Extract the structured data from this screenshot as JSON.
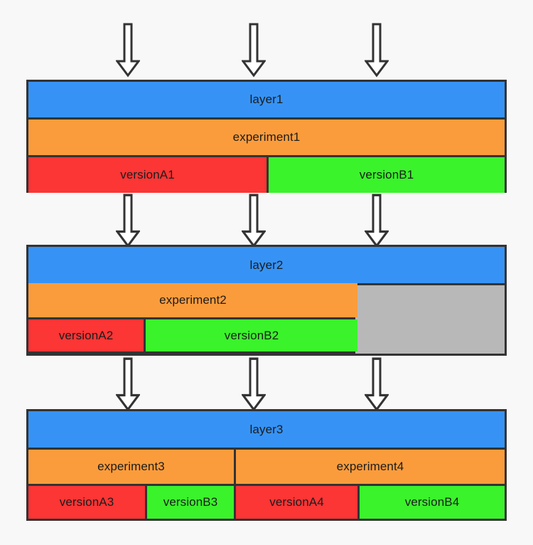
{
  "diagram": {
    "title": "layered-experiment-allocation-diagram",
    "background_color": "#f8f8f8",
    "border_color": "#333333",
    "colors": {
      "layer": "#3693f5",
      "experiment": "#fb9c3c",
      "versionA": "#fc3535",
      "versionB": "#3af32b",
      "unallocated": "#b8b8b8"
    },
    "traffic_arrows": {
      "icon": "down-arrow-icon",
      "count_per_gap": 3,
      "gaps": 3
    },
    "layers": [
      {
        "id": "layer1",
        "label": "layer1",
        "experiments": [
          {
            "label": "experiment1",
            "width_pct": 100
          }
        ],
        "versions": [
          {
            "label": "versionA1",
            "type": "A",
            "width_pct": 50
          },
          {
            "label": "versionB1",
            "type": "B",
            "width_pct": 50
          }
        ],
        "unallocated_pct": 0
      },
      {
        "id": "layer2",
        "label": "layer2",
        "experiments": [
          {
            "label": "experiment2",
            "width_pct": 69
          }
        ],
        "versions": [
          {
            "label": "versionA2",
            "type": "A",
            "width_pct": 24.5
          },
          {
            "label": "versionB2",
            "type": "B",
            "width_pct": 44.5
          }
        ],
        "unallocated_pct": 31
      },
      {
        "id": "layer3",
        "label": "layer3",
        "experiments": [
          {
            "label": "experiment3",
            "width_pct": 43.2
          },
          {
            "label": "experiment4",
            "width_pct": 56.8
          }
        ],
        "versions": [
          {
            "label": "versionA3",
            "type": "A",
            "width_pct": 24.5
          },
          {
            "label": "versionB3",
            "type": "B",
            "width_pct": 18.7
          },
          {
            "label": "versionA4",
            "type": "A",
            "width_pct": 25.5
          },
          {
            "label": "versionB4",
            "type": "B",
            "width_pct": 31.3
          }
        ],
        "unallocated_pct": 0
      }
    ]
  }
}
